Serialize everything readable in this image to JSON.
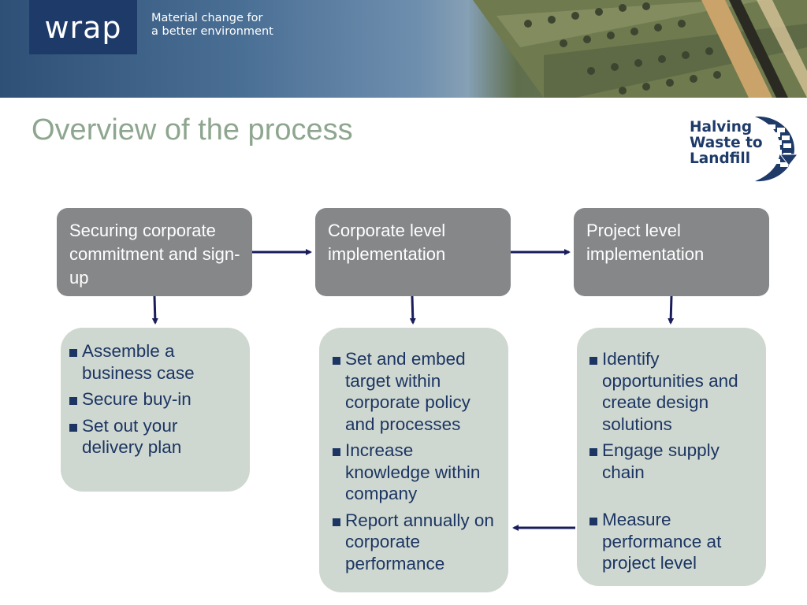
{
  "header": {
    "logo": "wrap",
    "tagline_line1": "Material change for",
    "tagline_line2": "a better environment"
  },
  "title": "Overview of the process",
  "campaign_logo": {
    "line1": "Halving",
    "line2": "Waste to",
    "line3": "Landfill"
  },
  "stages": [
    {
      "label": "Securing corporate commitment and sign-up",
      "bullets": [
        "Assemble a business case",
        "Secure buy-in",
        "Set out your delivery plan"
      ]
    },
    {
      "label": "Corporate level implementation",
      "bullets": [
        "Set and embed target within corporate policy and processes",
        "Increase knowledge within company",
        "Report annually on corporate performance"
      ]
    },
    {
      "label": "Project level implementation",
      "bullets": [
        "Identify opportunities and create design solutions",
        "Engage supply chain",
        "Measure performance at project level"
      ]
    }
  ],
  "colors": {
    "title": "#8ea68f",
    "stage_box": "#858789",
    "detail_box": "#cfd8d0",
    "arrow": "#1a1d5c",
    "brand_navy": "#1e3a69"
  }
}
